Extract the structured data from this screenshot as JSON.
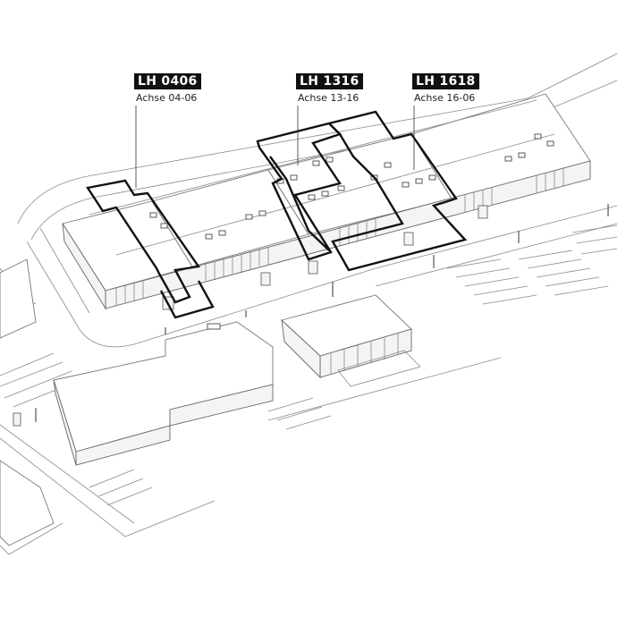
{
  "units": [
    {
      "code": "LH 0406",
      "axis": "Achse 04-06"
    },
    {
      "code": "LH 1316",
      "axis": "Achse 13-16"
    },
    {
      "code": "LH 1618",
      "axis": "Achse 16-06"
    }
  ],
  "colors": {
    "line": "#111111",
    "thin": "#8a8a8a",
    "background": "#ffffff",
    "label_bg": "#111111",
    "label_fg": "#ffffff"
  }
}
